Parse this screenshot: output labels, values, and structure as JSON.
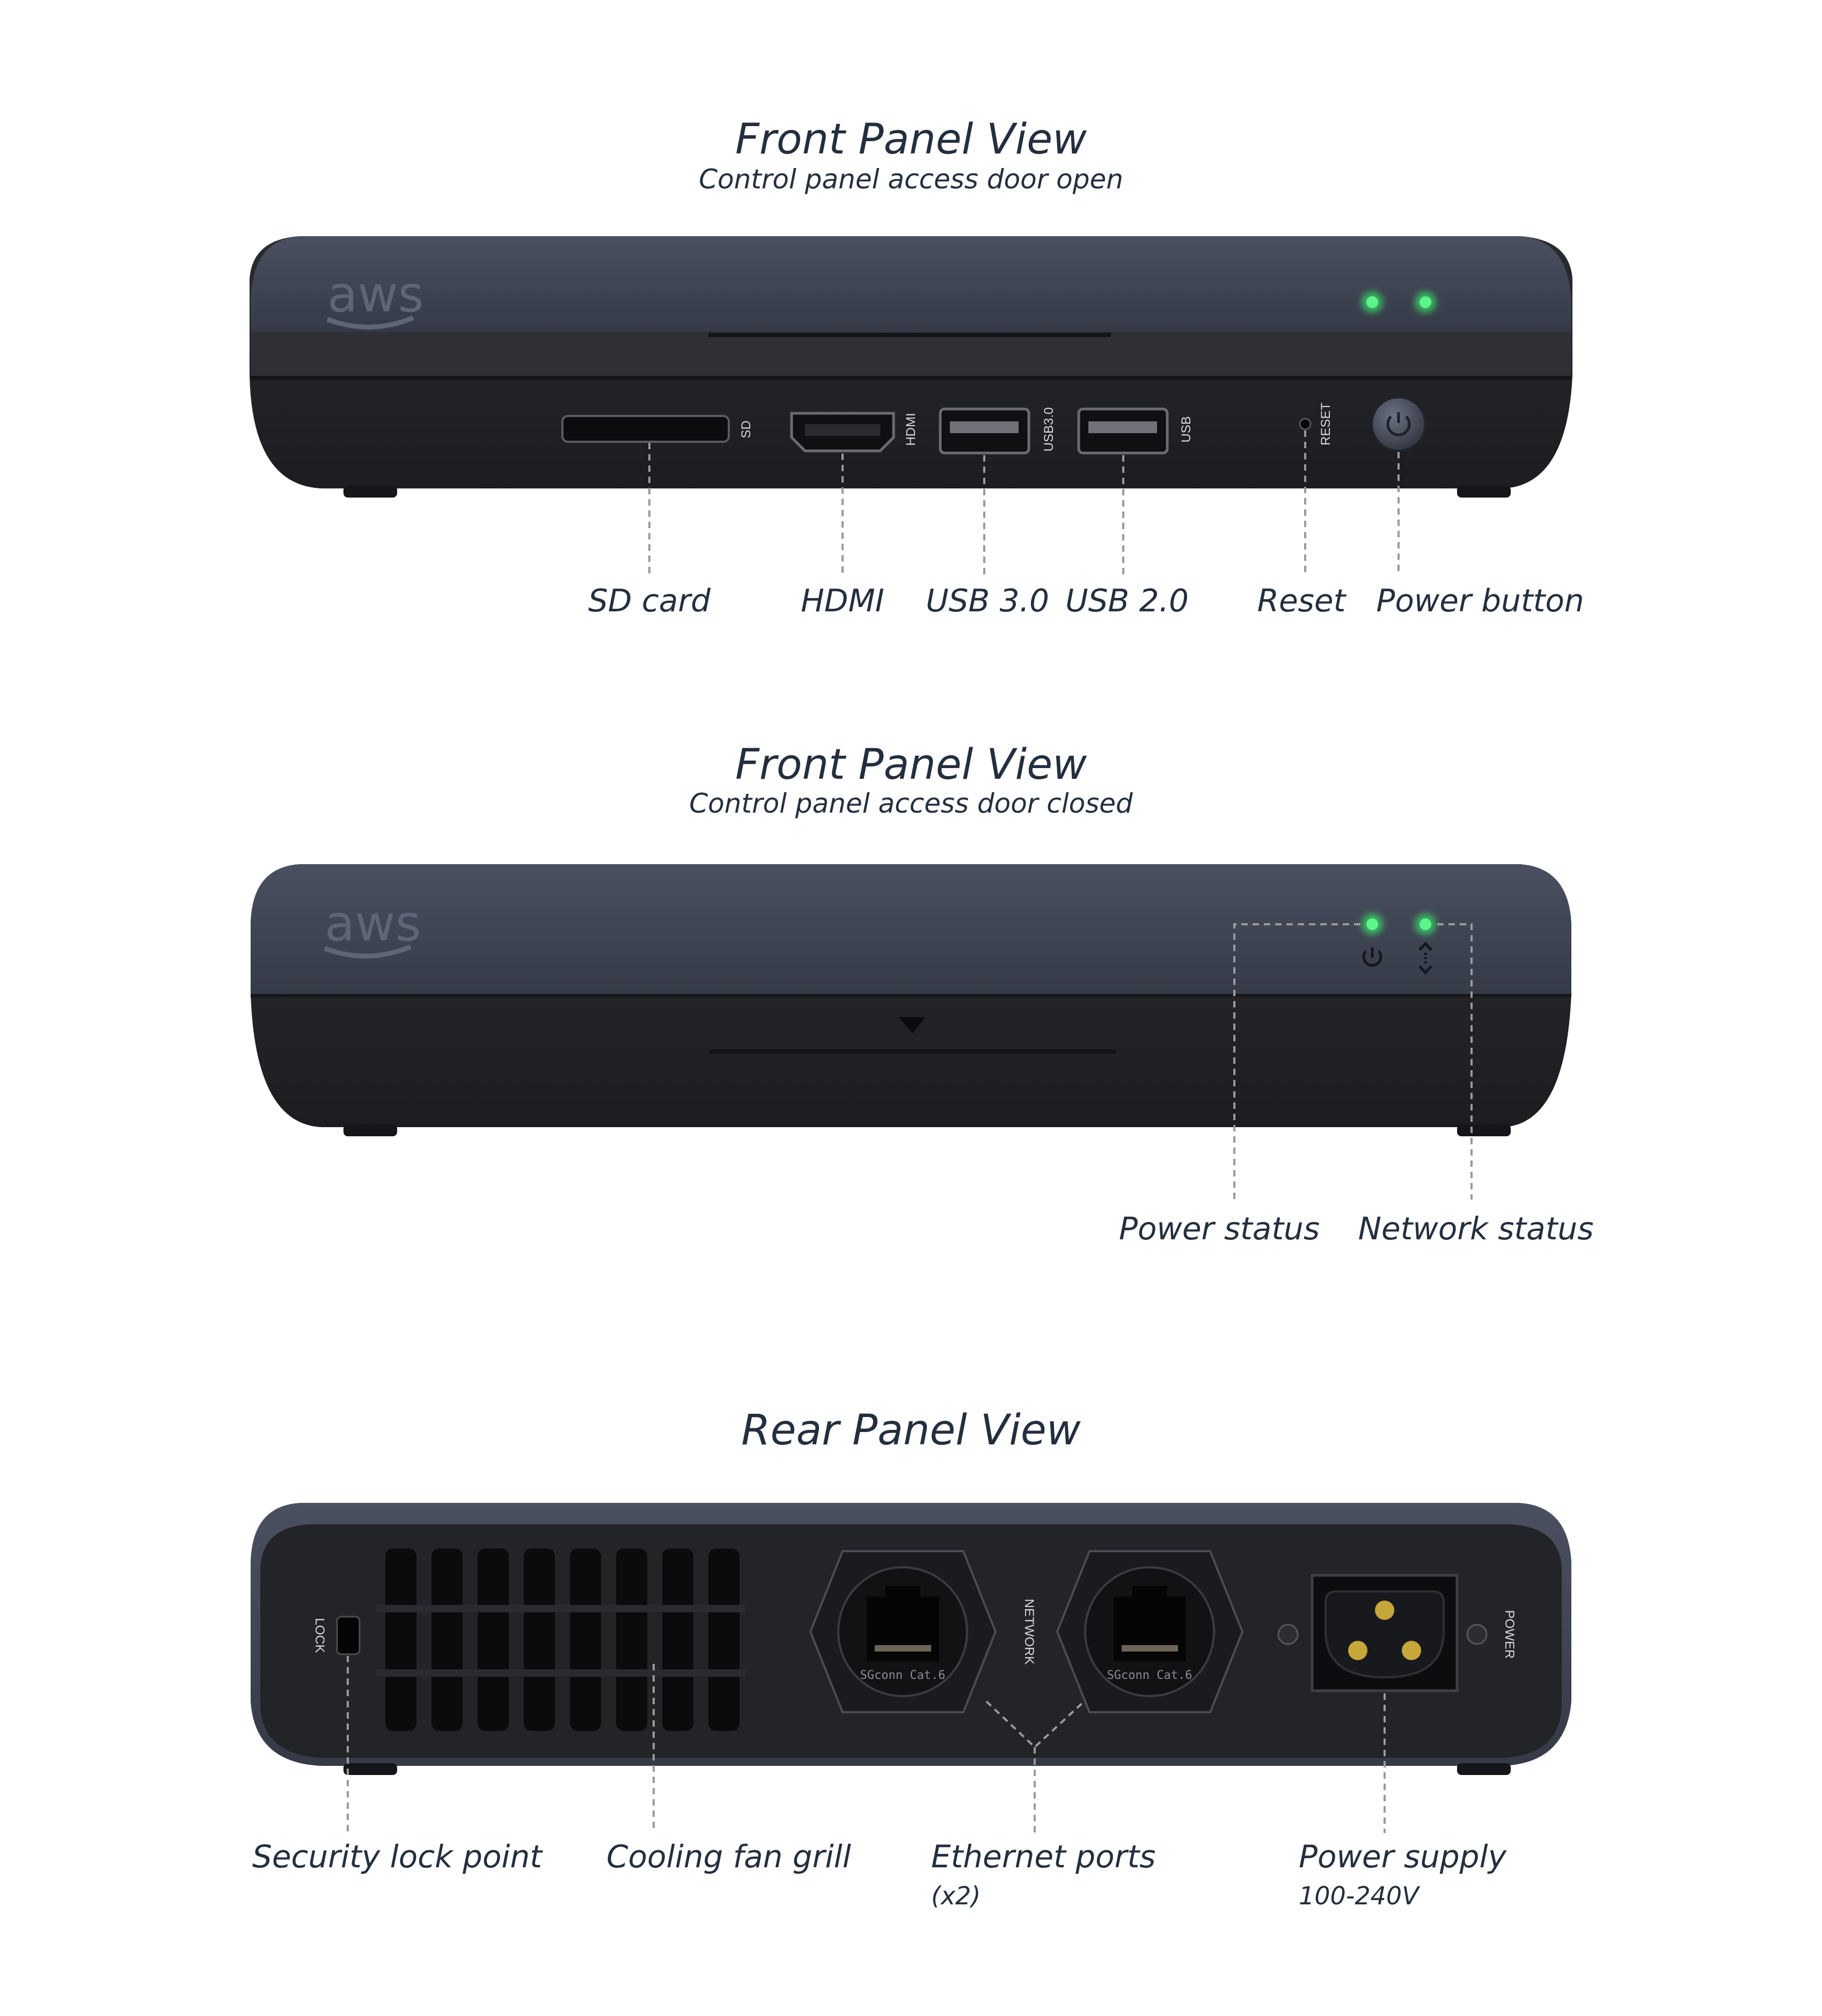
{
  "front_open": {
    "title": "Front Panel View",
    "subtitle": "Control panel access door open",
    "port_marks": {
      "sd": "SD",
      "hdmi": "HDMI",
      "usb3": "USB3.0",
      "usb2": "USB",
      "reset": "RESET"
    },
    "labels": {
      "sd_card": "SD card",
      "hdmi": "HDMI",
      "usb3": "USB 3.0",
      "usb2": "USB 2.0",
      "reset": "Reset",
      "power_button": "Power button"
    }
  },
  "front_closed": {
    "title": "Front Panel View",
    "subtitle": "Control panel access door closed",
    "labels": {
      "power_status": "Power status",
      "network_status": "Network status"
    }
  },
  "rear": {
    "title": "Rear Panel View",
    "port_marks": {
      "lock": "LOCK",
      "network": "NETWORK",
      "power": "POWER",
      "jack": "SGconn Cat.6"
    },
    "labels": {
      "security_lock": "Security lock point",
      "cooling_fan": "Cooling fan grill",
      "ethernet": "Ethernet ports",
      "ethernet_count": "(x2)",
      "power_supply": "Power supply",
      "power_range": "100-240V"
    }
  },
  "brand": {
    "logo_text": "aws"
  },
  "colors": {
    "led": "#39e36a",
    "case_top": "#3d4352",
    "case_body": "#232428",
    "caption": "#232f3e"
  }
}
